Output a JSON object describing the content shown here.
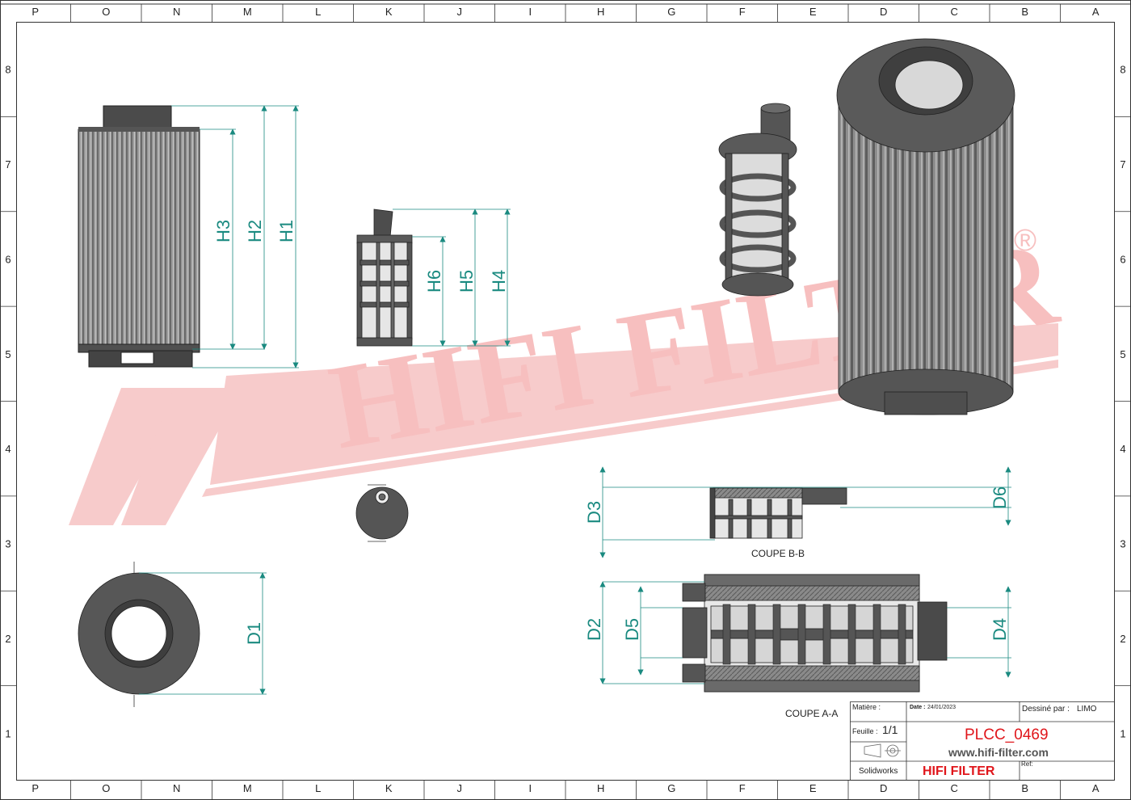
{
  "grid": {
    "columns": [
      "P",
      "O",
      "N",
      "M",
      "L",
      "K",
      "J",
      "I",
      "H",
      "G",
      "F",
      "E",
      "D",
      "C",
      "B",
      "A"
    ],
    "rows": [
      "8",
      "7",
      "6",
      "5",
      "4",
      "3",
      "2",
      "1"
    ]
  },
  "dimensions": {
    "h1": "H1",
    "h2": "H2",
    "h3": "H3",
    "h4": "H4",
    "h5": "H5",
    "h6": "H6",
    "d1": "D1",
    "d2": "D2",
    "d3": "D3",
    "d4": "D4",
    "d5": "D5",
    "d6": "D6"
  },
  "sections": {
    "bb": "COUPE B-B",
    "aa": "COUPE A-A"
  },
  "watermark": {
    "text": "HIFI FILTER",
    "registered": "®",
    "color": "#f4b4b4"
  },
  "title_block": {
    "matiere_label": "Matière :",
    "date_label": "Date :",
    "date_value": "24/01/2023",
    "dessine_label": "Dessiné par :",
    "dessine_value": "LIMO",
    "feuille_label": "Feuille :",
    "feuille_value": "1/1",
    "part_number": "PLCC_0469",
    "website": "www.hifi-filter.com",
    "software": "Solidworks",
    "brand": "HIFI FILTER",
    "ref_label": "Ref:"
  },
  "colors": {
    "dimension": "#1a8a80",
    "part_dark": "#4a4a4a",
    "part_mid": "#6d6d6d",
    "brand_red": "#e0161b"
  }
}
